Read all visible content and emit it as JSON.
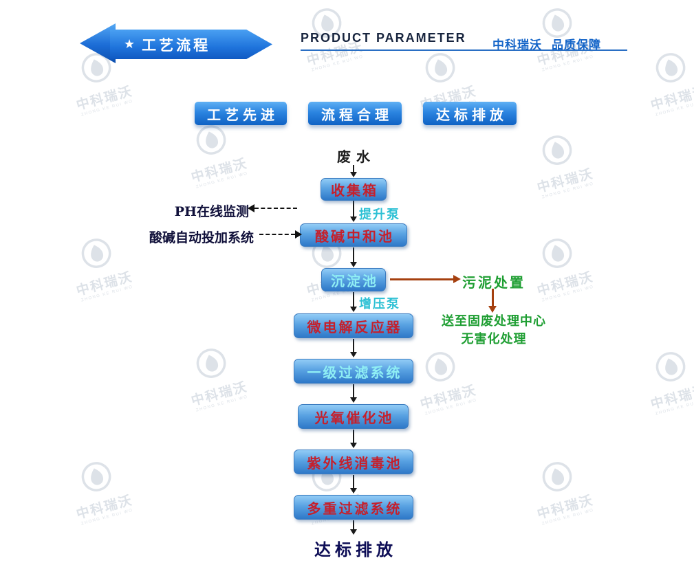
{
  "header": {
    "banner": {
      "star": "★",
      "title": "工艺流程"
    },
    "heading_en": "PRODUCT PARAMETER",
    "brand": "中科瑞沃",
    "slogan": "品质保障"
  },
  "badges": [
    {
      "label": "工艺先进"
    },
    {
      "label": "流程合理"
    },
    {
      "label": "达标排放"
    }
  ],
  "flow": {
    "start": "废水",
    "steps": [
      {
        "label": "收集箱",
        "text_color": "red"
      },
      {
        "label": "酸碱中和池",
        "text_color": "red"
      },
      {
        "label": "沉淀池",
        "text_color": "cyan"
      },
      {
        "label": "微电解反应器",
        "text_color": "red"
      },
      {
        "label": "一级过滤系统",
        "text_color": "cyan"
      },
      {
        "label": "光氧催化池",
        "text_color": "red"
      },
      {
        "label": "紫外线消毒池",
        "text_color": "red"
      },
      {
        "label": "多重过滤系统",
        "text_color": "red"
      }
    ],
    "pump_labels": {
      "lift": "提升泵",
      "boost": "增压泵"
    },
    "annotations": {
      "ph_monitor": "PH在线监测",
      "dosing_system": "酸碱自动投加系统",
      "sludge": "污泥处置",
      "disposal_line1": "送至固废处理中心",
      "disposal_line2": "无害化处理"
    },
    "end": "达标排放"
  },
  "watermark": {
    "brand": "中科瑞沃",
    "sub": "ZHONG KE RUI WO"
  },
  "colors": {
    "accent_blue": "#1565cc",
    "brand_blue": "#1565c8",
    "step_text_red": "#c5202c",
    "step_text_cyan": "#8feef4",
    "pump_cyan": "#2cc0d4",
    "note_green": "#1e9e32",
    "arrow_brown": "#a5400f",
    "title_navy": "#0c0c55"
  }
}
